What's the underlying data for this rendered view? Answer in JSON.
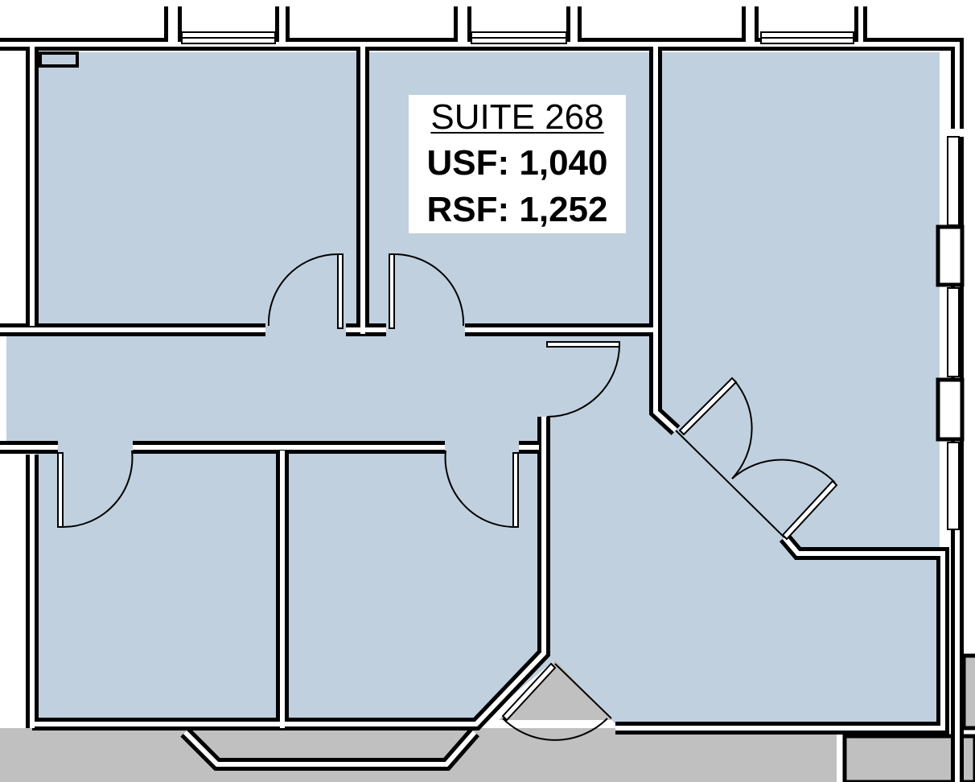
{
  "suite": {
    "name": "SUITE 268",
    "usf": "USF: 1,040",
    "rsf": "RSF: 1,252"
  },
  "colors": {
    "suite_fill": "#c0d0de",
    "common_fill": "#c0c0c0",
    "wall": "#000000"
  }
}
